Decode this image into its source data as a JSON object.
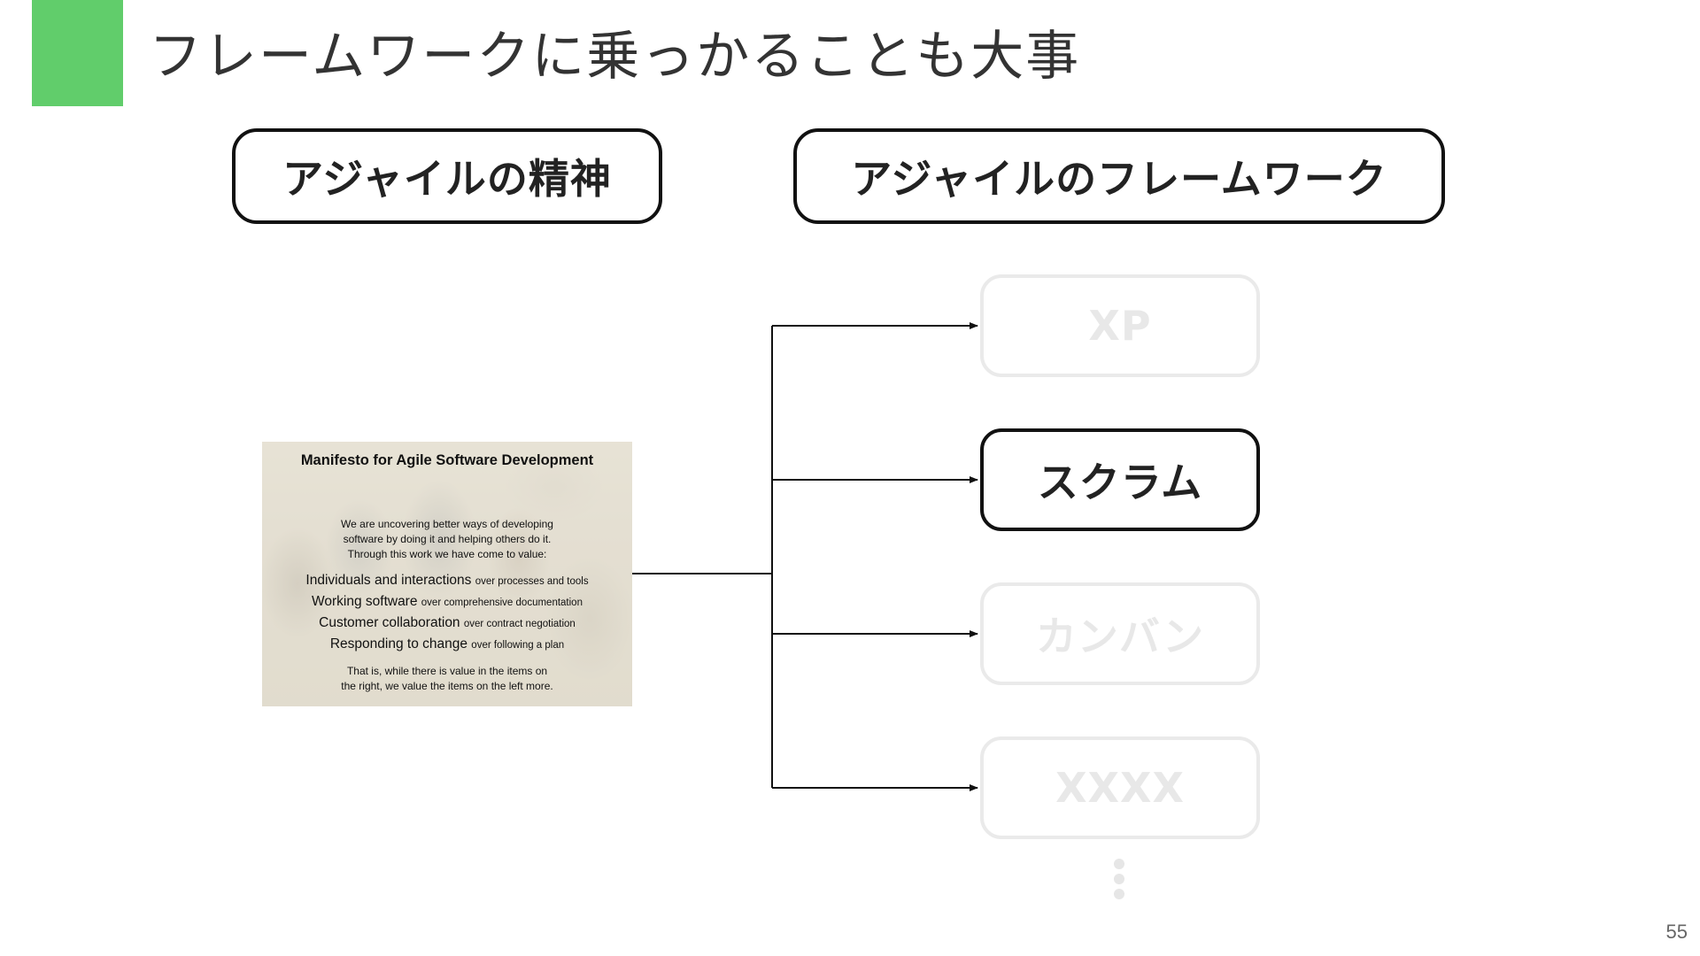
{
  "slide": {
    "title": "フレームワークに乗っかることも大事",
    "page_number": "55",
    "accent_color": "#61cd6b"
  },
  "headers": {
    "spirit": "アジャイルの精神",
    "frameworks": "アジャイルのフレームワーク"
  },
  "manifesto": {
    "title": "Manifesto for Agile Software Development",
    "intro": [
      "We are uncovering better ways of developing",
      "software by doing it and helping others do it.",
      "Through this work we have come to value:"
    ],
    "values": [
      {
        "primary": "Individuals and interactions",
        "secondary": "over processes and tools"
      },
      {
        "primary": "Working software",
        "secondary": "over comprehensive documentation"
      },
      {
        "primary": "Customer collaboration",
        "secondary": "over contract negotiation"
      },
      {
        "primary": "Responding to change",
        "secondary": "over following a plan"
      }
    ],
    "outro": [
      "That is, while there is value in the items on",
      "the right, we value the items on the left more."
    ]
  },
  "frameworks": [
    {
      "label": "XP",
      "highlighted": false
    },
    {
      "label": "スクラム",
      "highlighted": true
    },
    {
      "label": "カンバン",
      "highlighted": false
    },
    {
      "label": "XXXX",
      "highlighted": false
    }
  ],
  "more_indicator": "more-dots-icon"
}
